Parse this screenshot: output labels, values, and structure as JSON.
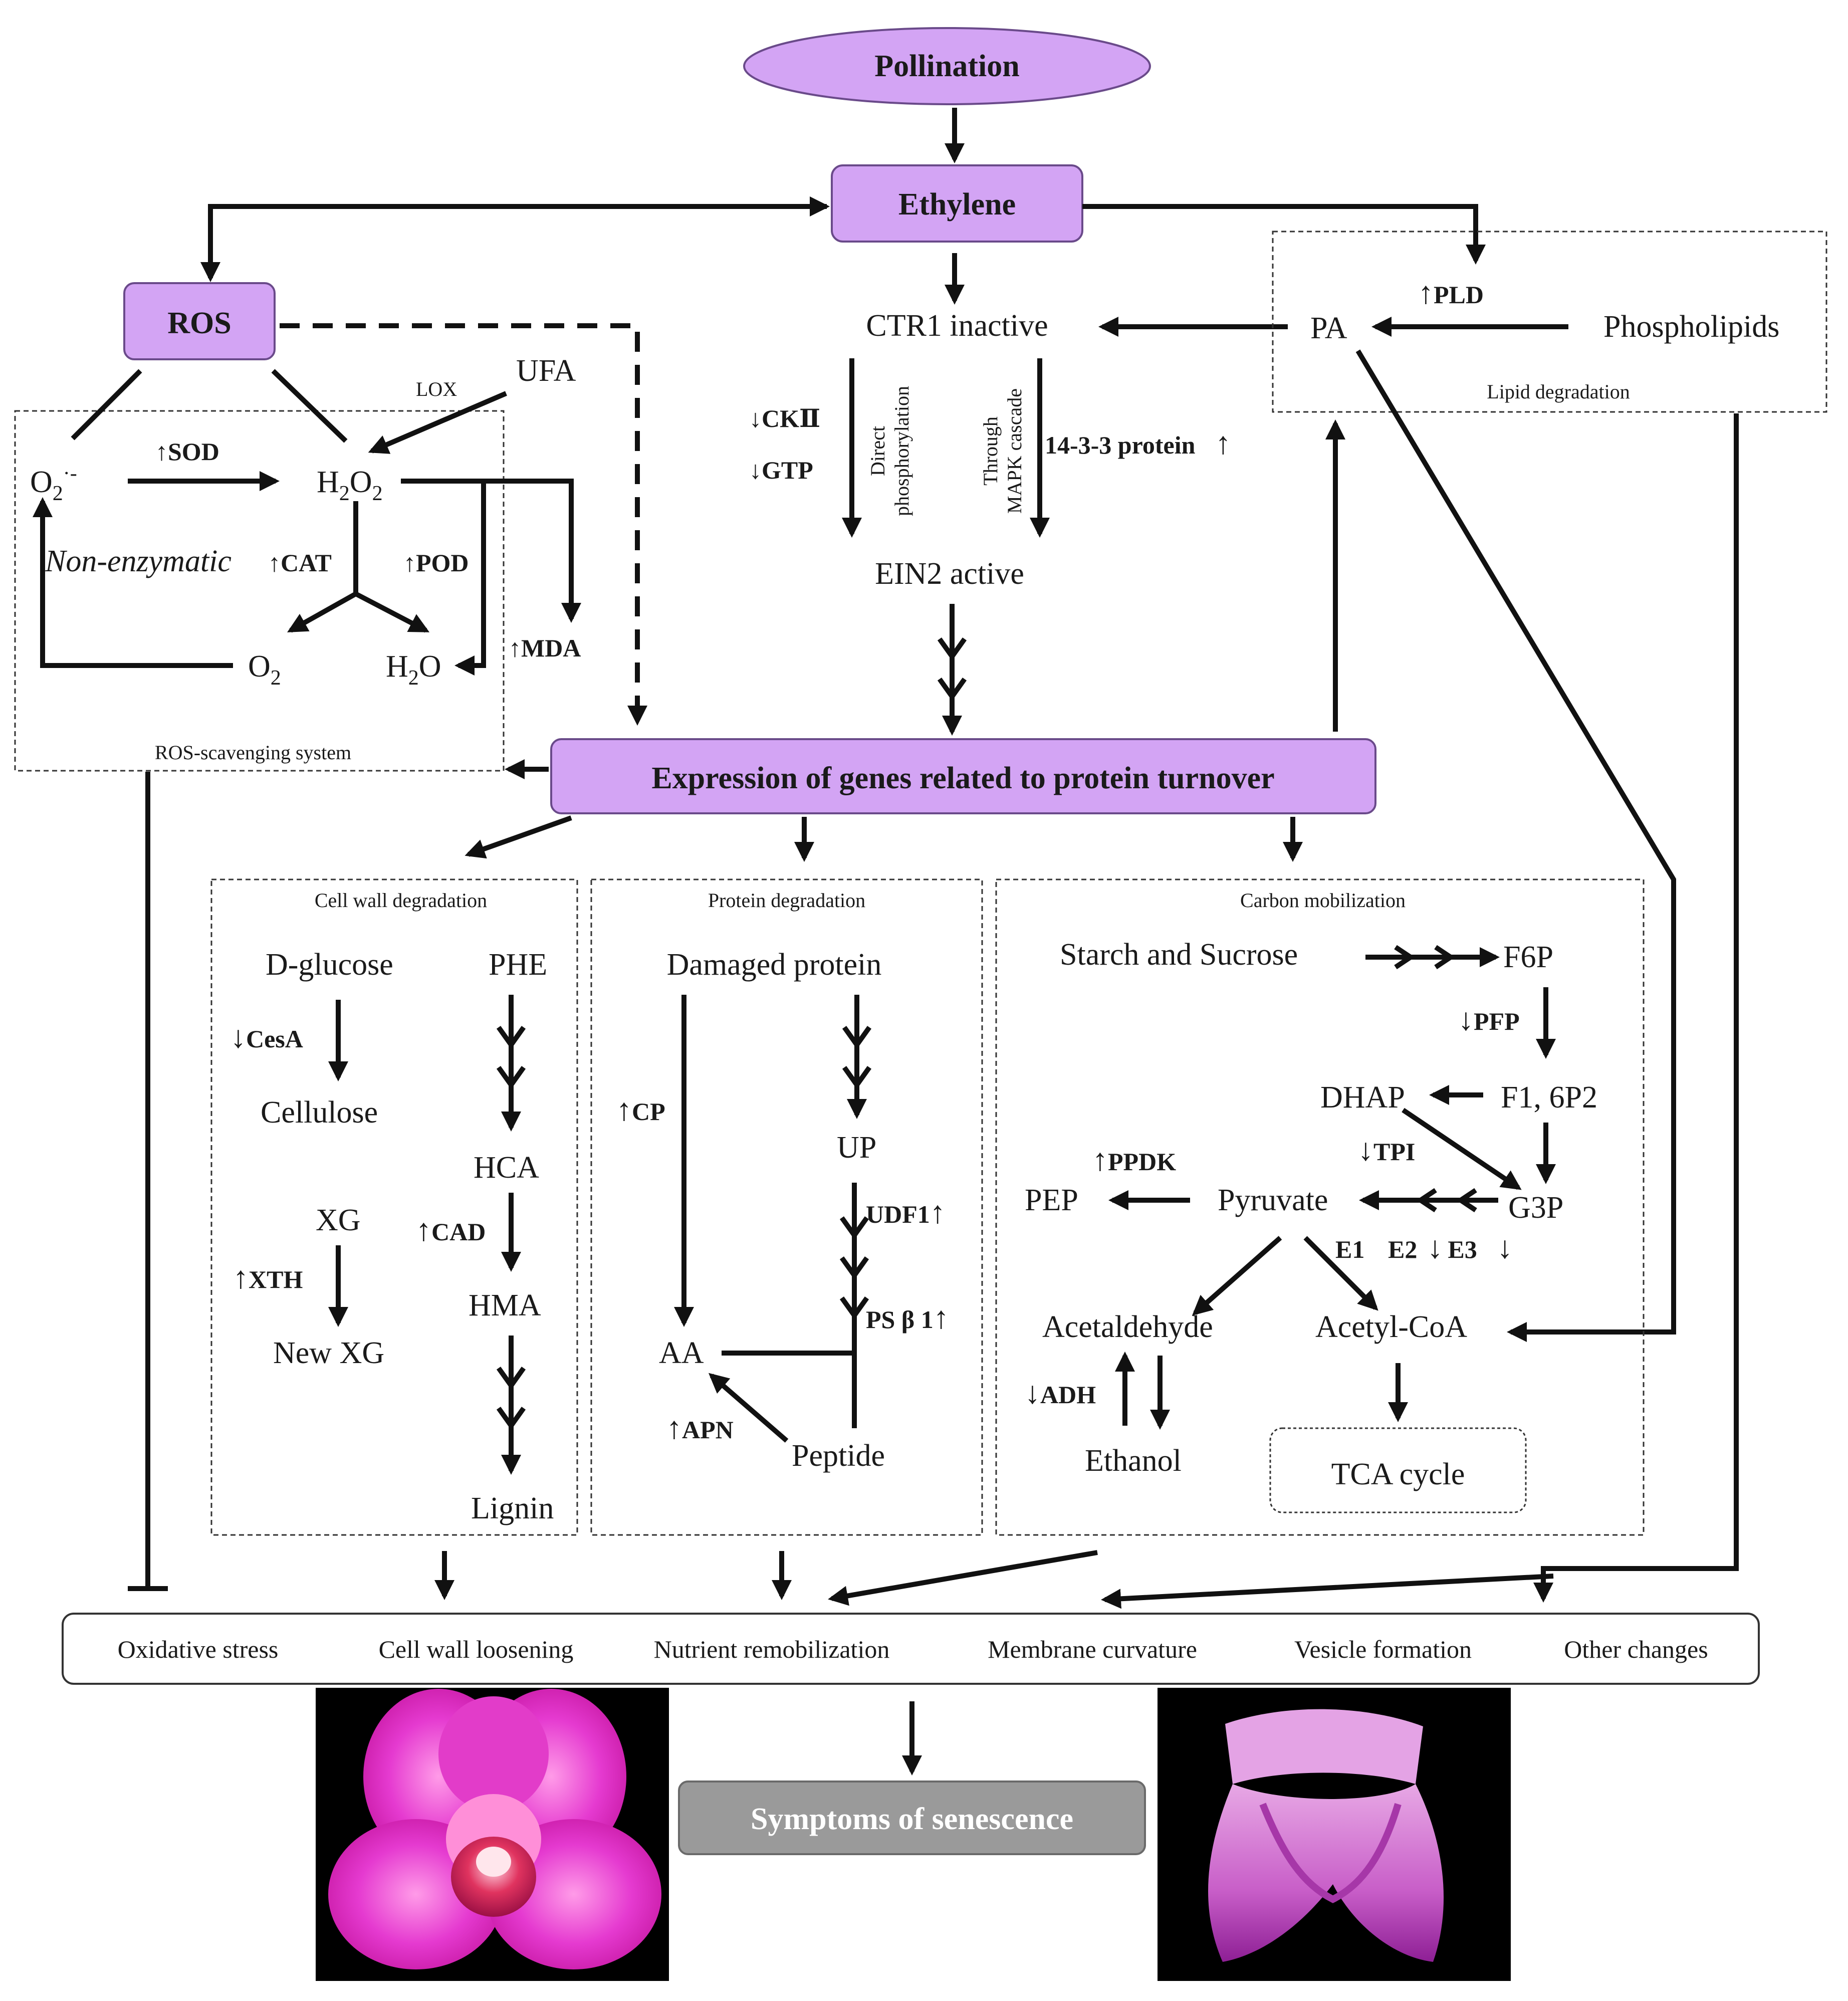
{
  "nodes": {
    "pollination": "Pollination",
    "ethylene": "Ethylene",
    "ros": "ROS",
    "ctr1": "CTR1 inactive",
    "ein2": "EIN2 active",
    "pa": "PA",
    "phospholipids": "Phospholipids",
    "ufa": "UFA",
    "lox": "LOX",
    "non_enzymatic": "Non-enzymatic",
    "expression": "Expression of genes related to protein turnover",
    "symptoms": "Symptoms of senescence"
  },
  "enzymes": {
    "pld": "PLD",
    "sod": "SOD",
    "cat": "CAT",
    "pod": "POD",
    "mda": "MDA",
    "ck2": "CKⅡ",
    "gtp": "GTP",
    "p1433": "14-3-3 protein",
    "cesa": "CesA",
    "xth": "XTH",
    "cad": "CAD",
    "cp": "CP",
    "apn": "APN",
    "udf1": "UDF1",
    "psb1": "PS β 1",
    "pfp": "PFP",
    "tpi": "TPI",
    "ppdk": "PPDK",
    "adh": "ADH",
    "e1": "E1",
    "e2": "E2",
    "e3": "E3"
  },
  "arrows": {
    "up": "↑",
    "down": "↓"
  },
  "side_labels": {
    "direct": [
      "Direct",
      "phosphorylation"
    ],
    "through": [
      "Through",
      "MAPK cascade"
    ]
  },
  "sections": {
    "lipid": "Lipid degradation",
    "ros_scav": "ROS-scavenging system",
    "cell_wall": "Cell wall degradation",
    "protein": "Protein degradation",
    "carbon": "Carbon mobilization"
  },
  "cell_wall": {
    "dglucose": "D-glucose",
    "cellulose": "Cellulose",
    "xg": "XG",
    "newxg": "New XG",
    "phe": "PHE",
    "hca": "HCA",
    "hma": "HMA",
    "lignin": "Lignin"
  },
  "protein": {
    "damaged": "Damaged protein",
    "up": "UP",
    "aa": "AA",
    "peptide": "Peptide"
  },
  "carbon": {
    "starch": "Starch and Sucrose",
    "f6p": "F6P",
    "dhap": "DHAP",
    "f16p2": "F1, 6P2",
    "g3p": "G3P",
    "pyruvate": "Pyruvate",
    "pep": "PEP",
    "acetaldehyde": "Acetaldehyde",
    "ethanol": "Ethanol",
    "acetylcoa": "Acetyl-CoA",
    "tca": "TCA cycle"
  },
  "outcomes": [
    "Oxidative stress",
    "Cell wall loosening",
    "Nutrient remobilization",
    "Membrane curvature",
    "Vesicle formation",
    "Other changes"
  ],
  "colors": {
    "node_fill": "#d3a4f4",
    "symptom_fill": "#9a9a9a",
    "flower_pink": "#e23cc9"
  }
}
